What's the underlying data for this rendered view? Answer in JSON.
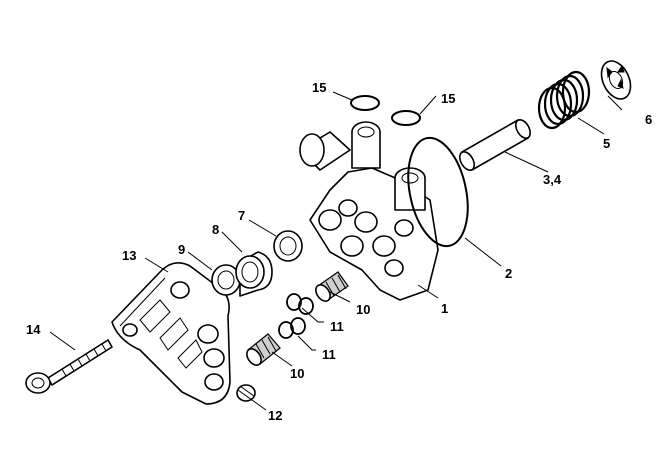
{
  "labels": {
    "p1": "1",
    "p2": "2",
    "p34": "3,4",
    "p5": "5",
    "p6": "6",
    "p7": "7",
    "p8": "8",
    "p9": "9",
    "p10a": "10",
    "p10b": "10",
    "p11a": "11",
    "p11b": "11",
    "p12": "12",
    "p13": "13",
    "p14": "14",
    "p15a": "15",
    "p15b": "15"
  }
}
